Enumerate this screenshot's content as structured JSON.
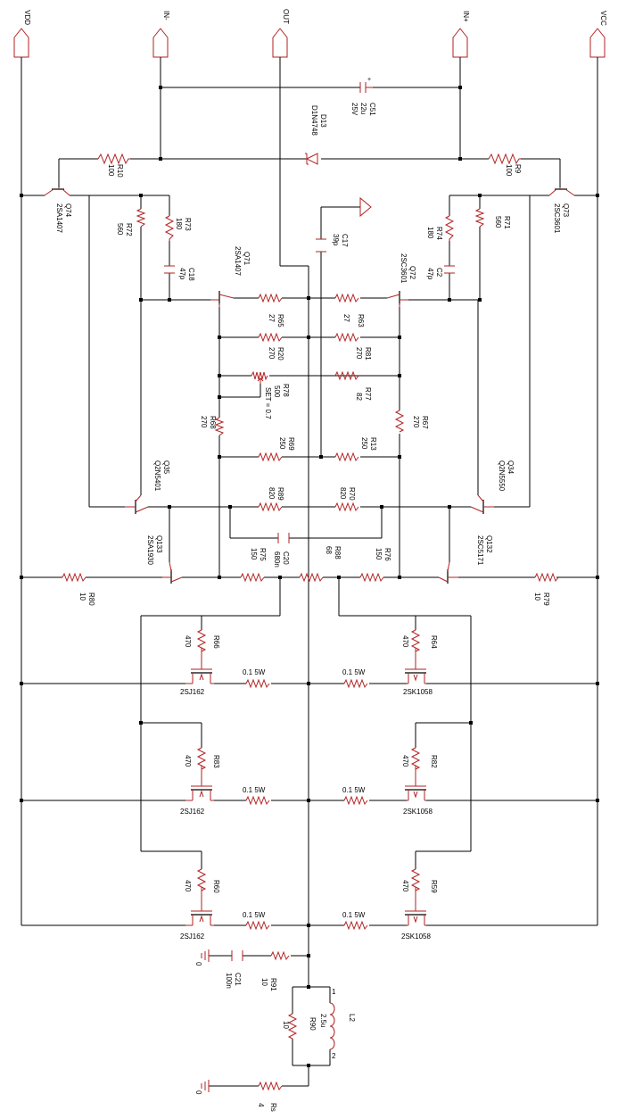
{
  "ports": {
    "vdd": "VDD",
    "in_minus": "IN-",
    "out": "OUT",
    "in_plus": "IN+",
    "vcc": "VCC"
  },
  "c51": [
    "C51",
    "22u",
    "25V"
  ],
  "d13": [
    "D13",
    "D1N4748"
  ],
  "r10": [
    "R10",
    "100"
  ],
  "r9": [
    "R9",
    "100"
  ],
  "q74": [
    "Q74",
    "2SA1407"
  ],
  "q73": [
    "Q73",
    "2SC3601"
  ],
  "r72": [
    "R72",
    "560"
  ],
  "r73": [
    "R73",
    "180"
  ],
  "r74": [
    "R74",
    "180"
  ],
  "r71": [
    "R71",
    "560"
  ],
  "c17": [
    "C17",
    "39p"
  ],
  "c18": [
    "C18",
    "47p"
  ],
  "c2": [
    "C2",
    "47p"
  ],
  "q71": [
    "Q71",
    "2SA1407"
  ],
  "q72": [
    "Q72",
    "2SC3601"
  ],
  "r65": [
    "R65",
    "27"
  ],
  "r63": [
    "R63",
    "27"
  ],
  "r20": [
    "R20",
    "270"
  ],
  "r81": [
    "R81",
    "270"
  ],
  "r78": [
    "R78",
    "500",
    "SET = 0.7"
  ],
  "r77": [
    "R77",
    "82"
  ],
  "r68": [
    "R68",
    "270"
  ],
  "r67": [
    "R67",
    "270"
  ],
  "r69": [
    "R69",
    "250"
  ],
  "r13": [
    "R13",
    "250"
  ],
  "q35": [
    "Q35",
    "Q2N5401"
  ],
  "q34": [
    "Q34",
    "Q2N5550"
  ],
  "r89": [
    "R89",
    "820"
  ],
  "r70": [
    "R70",
    "820"
  ],
  "q133": [
    "Q133",
    "2SA1930"
  ],
  "q132": [
    "Q132",
    "2SC5171"
  ],
  "r75": [
    "R75",
    "150"
  ],
  "c20": [
    "C20",
    "680n"
  ],
  "r88": [
    "R88",
    "68"
  ],
  "r76": [
    "R76",
    "150"
  ],
  "r80": [
    "R80",
    "10"
  ],
  "r79": [
    "R79",
    "10"
  ],
  "r66": [
    "R66",
    "470"
  ],
  "r64": [
    "R64",
    "470"
  ],
  "r83": [
    "R83",
    "470"
  ],
  "r82": [
    "R82",
    "470"
  ],
  "r60": [
    "R60",
    "470"
  ],
  "r59": [
    "R59",
    "470"
  ],
  "mosfets": {
    "p": "2SJ162",
    "n": "2SK1058"
  },
  "source_r": "0.1 5W",
  "c21": [
    "C21",
    "100n"
  ],
  "r91": [
    "R91",
    "10"
  ],
  "r90": [
    "R90",
    "10"
  ],
  "l2": [
    "L2",
    "2.5u"
  ],
  "l2_pins": [
    "1",
    "2"
  ],
  "rs": [
    "Rs",
    "4"
  ],
  "ground": "0",
  "colors": {
    "wire": "#000000",
    "component": "#b22222"
  }
}
